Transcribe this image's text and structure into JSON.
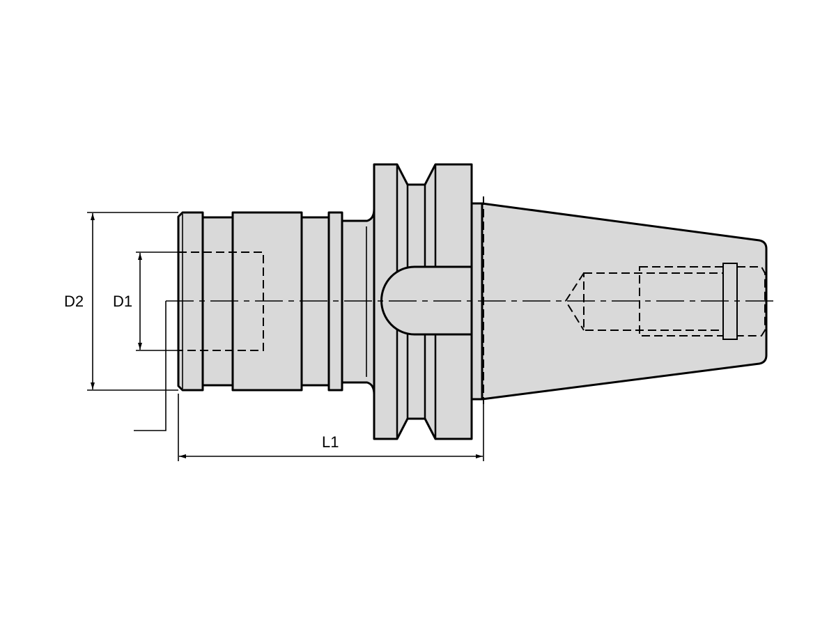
{
  "drawing": {
    "dimensions": {
      "d2_label": "D2",
      "d1_label": "D1",
      "l1_label": "L1"
    },
    "colors": {
      "body_fill": "#d9d9d9",
      "line": "#000000",
      "background": "#ffffff"
    }
  }
}
